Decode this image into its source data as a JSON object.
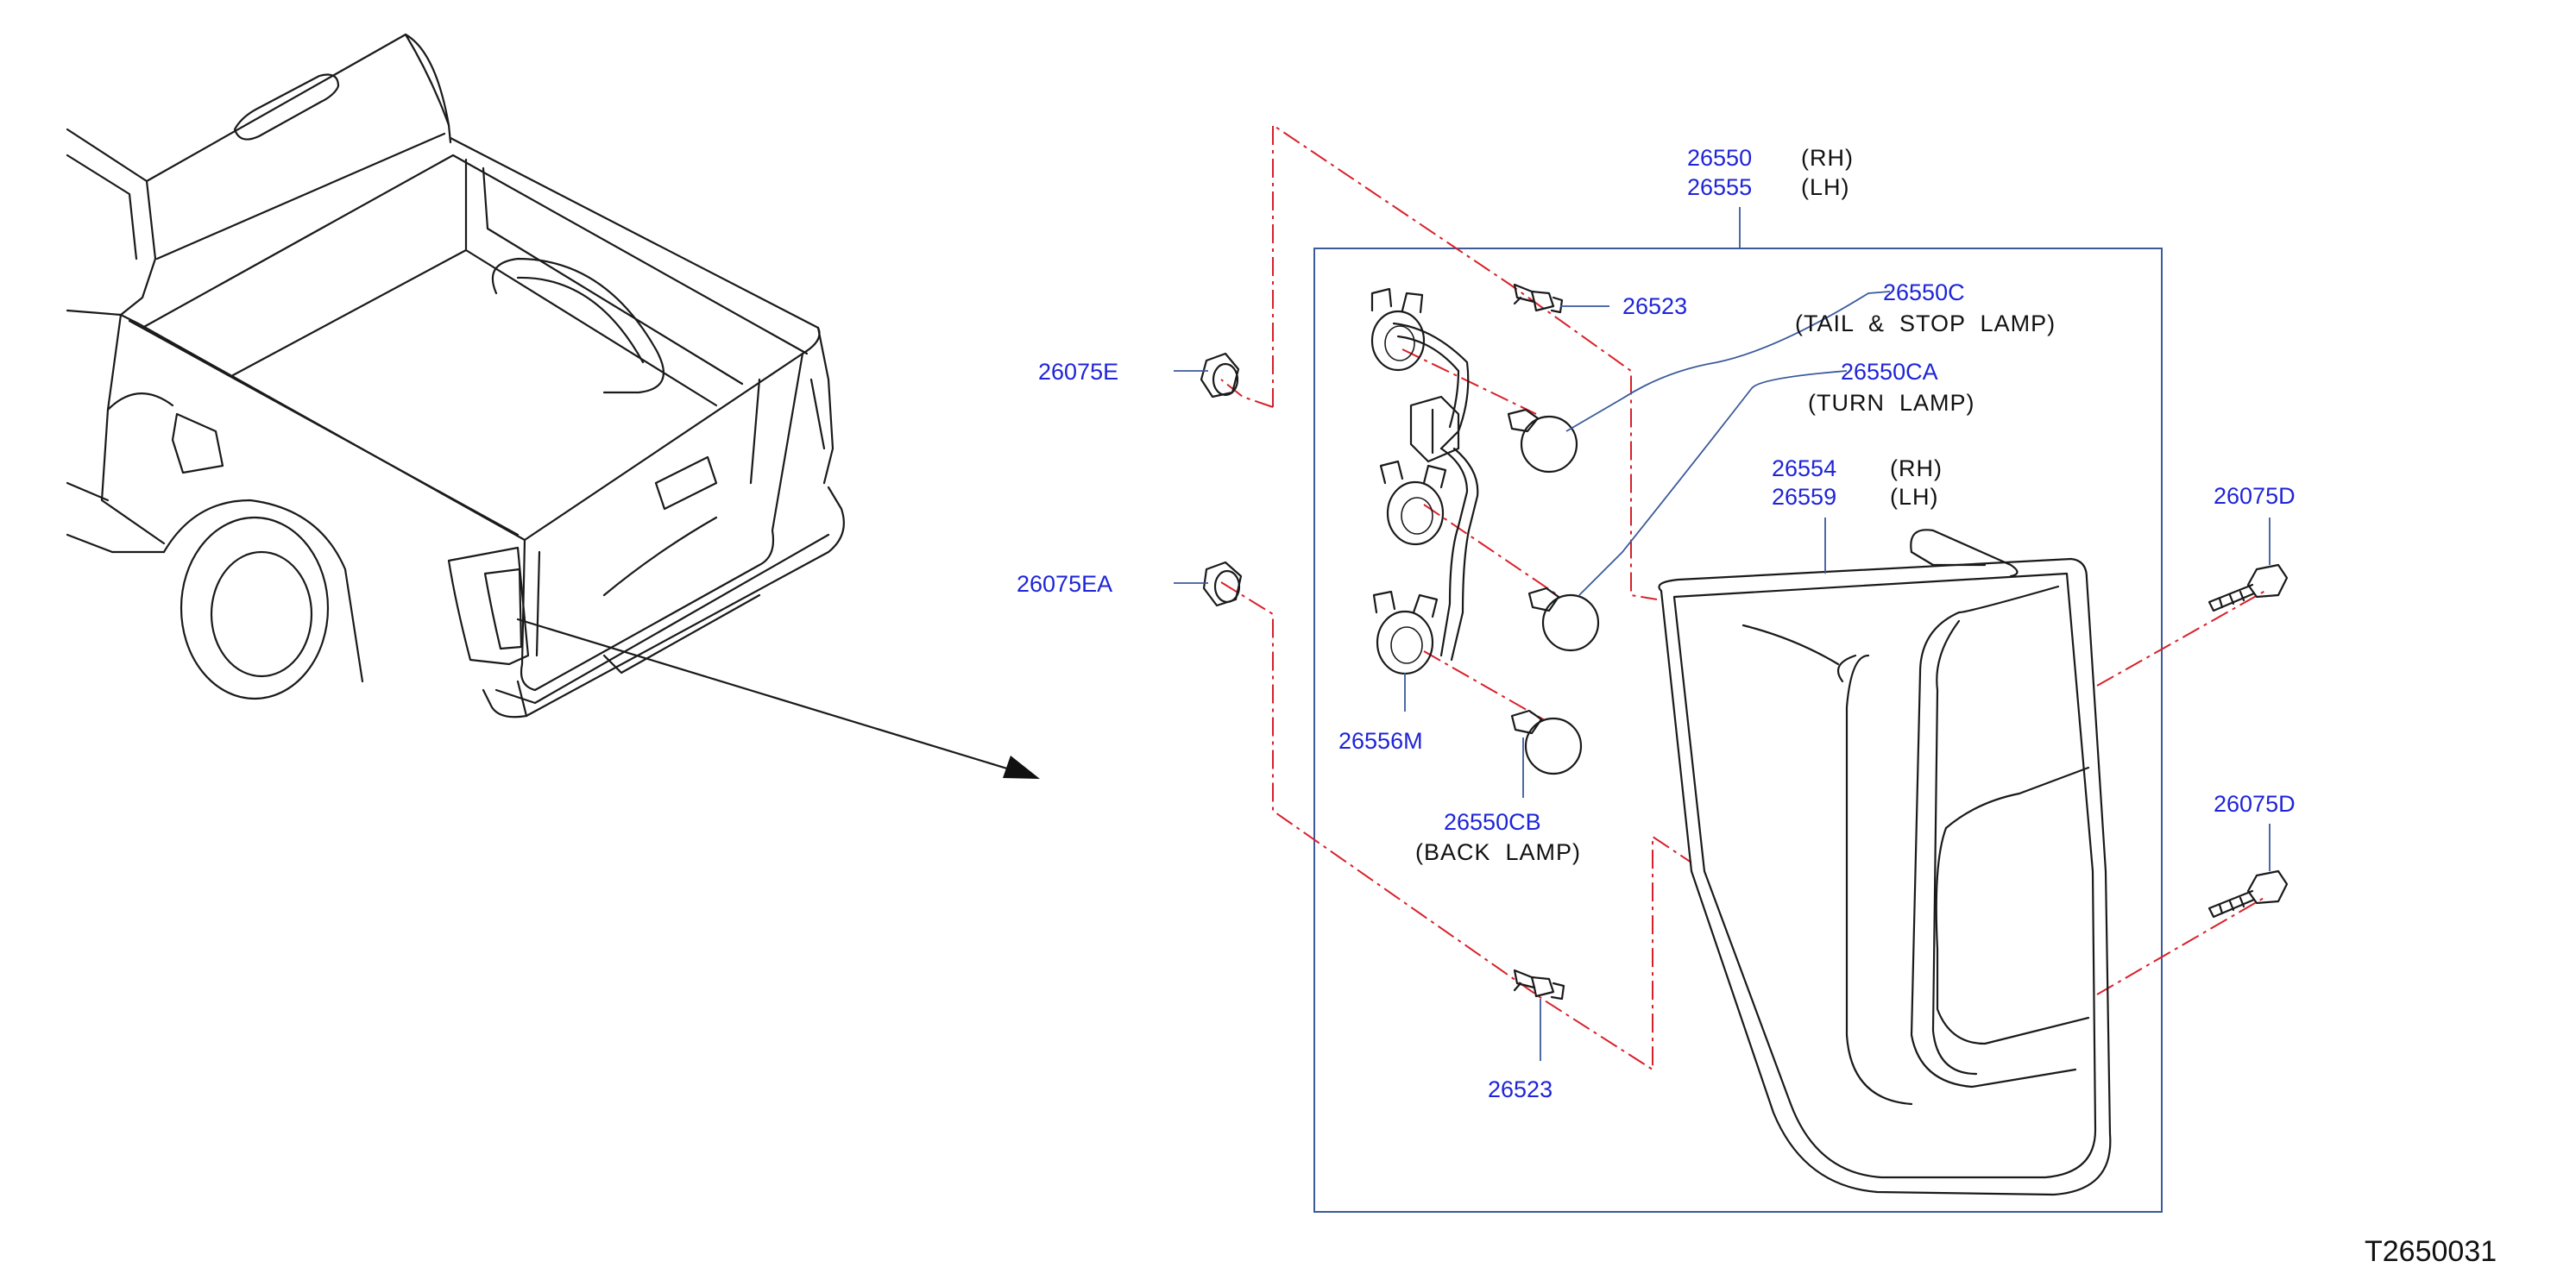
{
  "callouts": {
    "assembly_rh_pn": "26550",
    "assembly_rh_side": "(RH)",
    "assembly_lh_pn": "26555",
    "assembly_lh_side": "(LH)",
    "screw_top_pn": "26523",
    "tail_stop_bulb_pn": "26550C",
    "tail_stop_bulb_desc": "(TAIL  &  STOP  LAMP)",
    "turn_bulb_pn": "26550CA",
    "turn_bulb_desc": "(TURN  LAMP)",
    "lens_rh_pn": "26554",
    "lens_rh_side": "(RH)",
    "lens_lh_pn": "26559",
    "lens_lh_side": "(LH)",
    "grommet_upper_pn": "26075E",
    "grommet_lower_pn": "26075EA",
    "bolt_upper_pn": "26075D",
    "bolt_lower_pn": "26075D",
    "socket_harness_pn": "26556M",
    "back_bulb_pn": "26550CB",
    "back_bulb_desc": "(BACK  LAMP)",
    "screw_bottom_pn": "26523"
  },
  "diagram_code": "T2650031",
  "colors": {
    "part_number": "#1e24d8",
    "leader_line": "#3a5a9a",
    "centerline": "#d8202a",
    "drawing": "#1a1a1a"
  },
  "icons": [
    "truck-rear-view",
    "tail-lamp-housing",
    "bulb-socket",
    "bulb",
    "grommet",
    "bolt",
    "screw"
  ]
}
